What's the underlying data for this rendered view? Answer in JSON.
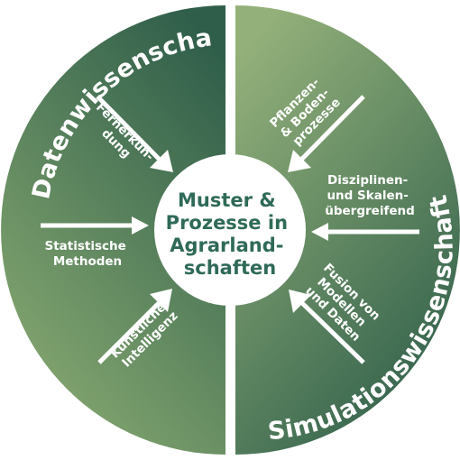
{
  "center": {
    "lines": [
      "Muster &",
      "Prozesse in",
      "Agrarland-",
      "schaften"
    ]
  },
  "left_sector": {
    "title": "Datenwissenschaften",
    "items": [
      {
        "lines": [
          "Fernerkun-",
          "dung"
        ]
      },
      {
        "lines": [
          "Statistische",
          "Methoden"
        ]
      },
      {
        "lines": [
          "Künstliche",
          "Intelligenz"
        ]
      }
    ]
  },
  "right_sector": {
    "title": "Simulationswissenschaften",
    "items": [
      {
        "lines": [
          "Pflanzen-",
          "& Boden-",
          "prozesse"
        ]
      },
      {
        "lines": [
          "Disziplinen-",
          "und Skalen-",
          "übergreifend"
        ]
      },
      {
        "lines": [
          "Fusion von",
          "Modellen",
          "und Daten"
        ]
      }
    ]
  },
  "colors": {
    "left_light": "#8aab72",
    "left_dark": "#2f5e4a",
    "right_light": "#93b07a",
    "right_dark": "#2d5d49",
    "center_fill": "#ffffff",
    "center_text": "#2f6a58",
    "arrow": "#ffffff"
  }
}
